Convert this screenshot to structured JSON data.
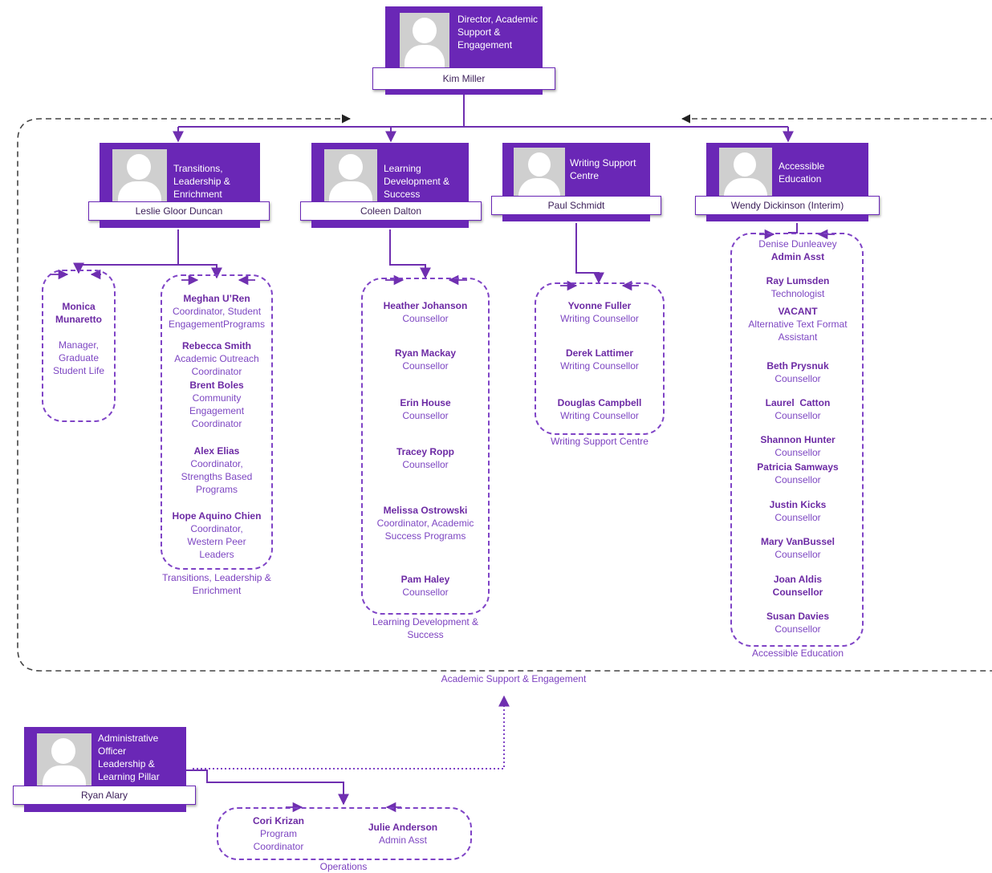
{
  "director": {
    "title": "Director, Academic Support & Engagement",
    "name": "Kim Miller"
  },
  "units": [
    {
      "title": "Transitions, Leadership & Enrichment",
      "name": "Leslie Gloor Duncan"
    },
    {
      "title": "Learning Development & Success",
      "name": "Coleen Dalton"
    },
    {
      "title": "Writing Support Centre",
      "name": "Paul Schmidt"
    },
    {
      "title": "Accessible Education",
      "name": "Wendy Dickinson (Interim)"
    }
  ],
  "admin_officer": {
    "title": "Administrative Officer Leadership & Learning Pillar",
    "name": "Ryan Alary"
  },
  "monica": {
    "name": "Monica Munaretto",
    "role": "Manager, Graduate Student Life"
  },
  "tle_staff": [
    {
      "name": "Meghan U’Ren",
      "role": "Coordinator, Student EngagementPrograms"
    },
    {
      "name": "Rebecca Smith",
      "role": "Academic Outreach Coordinator"
    },
    {
      "name": "Brent Boles",
      "role": "Community Engagement Coordinator"
    },
    {
      "name": "Alex Elias",
      "role": "Coordinator, Strengths Based Programs"
    },
    {
      "name": "Hope Aquino Chien",
      "role": "Coordinator, Western Peer Leaders"
    }
  ],
  "lds_staff": [
    {
      "name": "Heather Johanson",
      "role": "Counsellor"
    },
    {
      "name": "Ryan Mackay",
      "role": "Counsellor"
    },
    {
      "name": "Erin House",
      "role": "Counsellor"
    },
    {
      "name": "Tracey Ropp",
      "role": "Counsellor"
    },
    {
      "name": "Melissa Ostrowski",
      "role": "Coordinator, Academic Success Programs"
    },
    {
      "name": "Pam Haley",
      "role": "Counsellor"
    }
  ],
  "wsc_staff": [
    {
      "name": "Yvonne Fuller",
      "role": "Writing Counsellor"
    },
    {
      "name": "Derek Lattimer",
      "role": "Writing Counsellor"
    },
    {
      "name": "Douglas Campbell",
      "role": "Writing Counsellor"
    }
  ],
  "ae_denise": {
    "name": "Denise Dunleavey",
    "role": "Admin Asst"
  },
  "ae_staff": [
    {
      "name": "Ray Lumsden",
      "role": "Technologist"
    },
    {
      "name": "VACANT",
      "role": "Alternative Text Format Assistant"
    },
    {
      "name": "Beth Prysnuk",
      "role": "Counsellor"
    },
    {
      "name": "Laurel  Catton",
      "role": "Counsellor"
    },
    {
      "name": "Shannon Hunter",
      "role": "Counsellor"
    },
    {
      "name": "Patricia Samways",
      "role": "Counsellor"
    },
    {
      "name": "Justin Kicks",
      "role": "Counsellor"
    },
    {
      "name": "Mary VanBussel",
      "role": "Counsellor"
    },
    {
      "name": "Joan Aldis",
      "role": "Counsellor"
    },
    {
      "name": "Susan Davies",
      "role": "Counsellor"
    }
  ],
  "ops_staff": [
    {
      "name": "Cori Krizan",
      "role": "Program Coordinator"
    },
    {
      "name": "Julie Anderson",
      "role": "Admin Asst"
    }
  ],
  "group_labels": {
    "tle": "Transitions, Leadership & Enrichment",
    "lds": "Learning Development & Success",
    "wsc": "Writing Support Centre",
    "ae": "Accessible Education",
    "ase": "Academic Support & Engagement",
    "ops": "Operations"
  },
  "colors": {
    "brand_purple": "#6a27b6",
    "line_purple": "#6f2fb0",
    "dashed_dark": "#333333"
  }
}
